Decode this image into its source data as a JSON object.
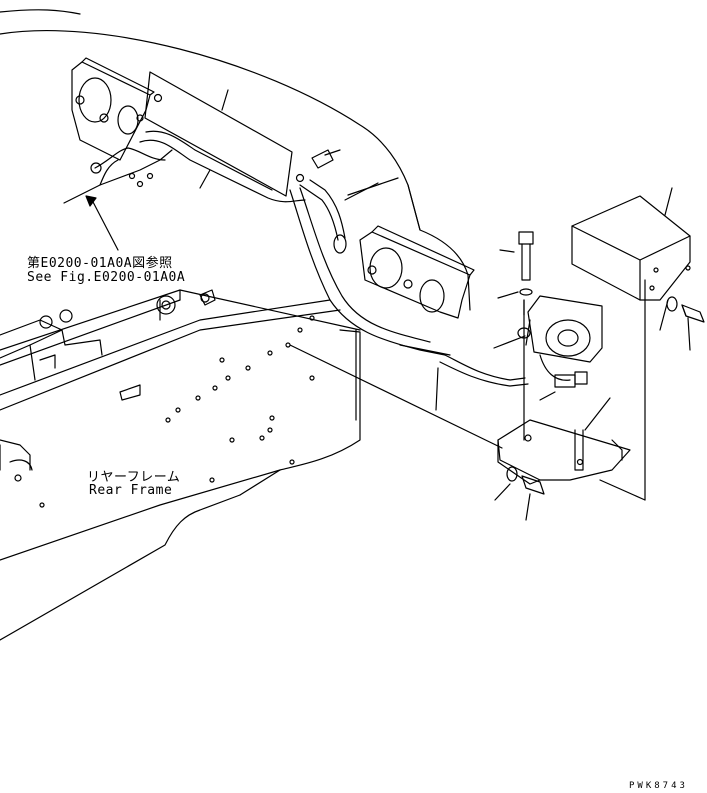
{
  "reference": {
    "label_jp": "第E0200-01A0A図参照",
    "label_en": "See Fig.E0200-01A0A"
  },
  "frame": {
    "label_jp": "リヤーフレーム",
    "label_en": "Rear Frame"
  },
  "drawing_code": "PWK8743"
}
